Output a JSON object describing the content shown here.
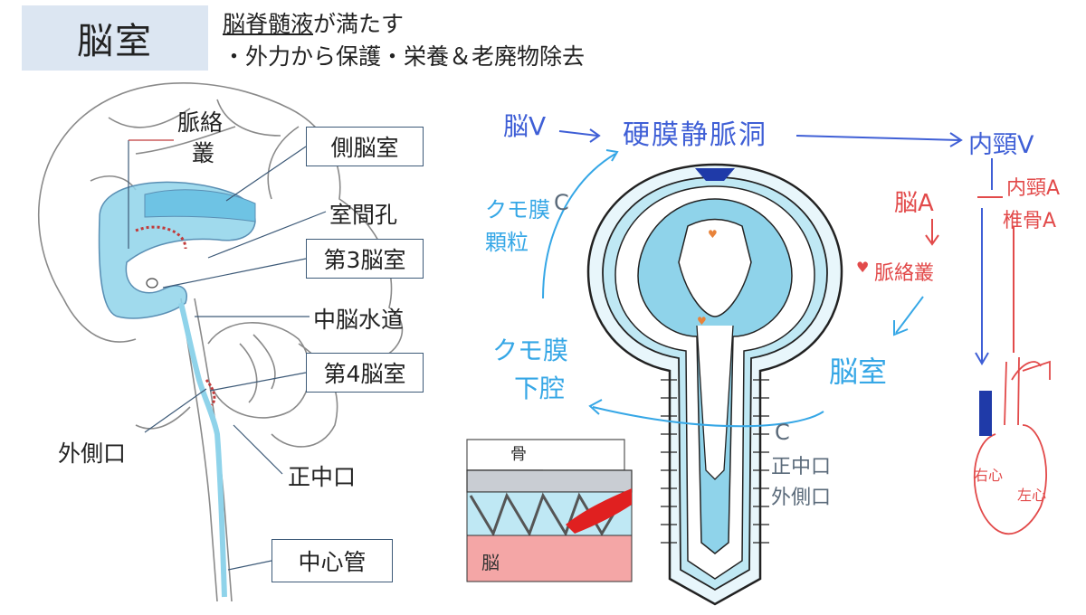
{
  "header": {
    "title": "脳室",
    "subtitle_underlined": "脳脊髄液",
    "subtitle_rest": "が満たす",
    "subtitle_line2": "・外力から保護・栄養＆老廃物除去"
  },
  "left_diagram": {
    "labels": {
      "choroid_plexus_1": "脈絡",
      "choroid_plexus_2": "叢",
      "lateral_ventricle": "側脳室",
      "interventricular_foramen": "室間孔",
      "third_ventricle": "第3脳室",
      "cerebral_aqueduct": "中脳水道",
      "fourth_ventricle": "第4脳室",
      "lateral_aperture": "外側口",
      "median_aperture": "正中口",
      "central_canal": "中心管"
    }
  },
  "flow_diagram": {
    "labels": {
      "brain_v": "脳V",
      "dural_sinus": "硬膜静脈洞",
      "internal_jugular_v": "内頸V",
      "arachnoid_granulation_1": "クモ膜",
      "arachnoid_granulation_2": "顆粒",
      "brain_a": "脳A",
      "internal_carotid_a": "内頸A",
      "vertebral_a": "椎骨A",
      "choroid_plexus": "脈絡叢",
      "ventricle": "脳室",
      "subarachnoid_1": "クモ膜",
      "subarachnoid_2": "下腔",
      "median_aperture": "正中口",
      "lateral_aperture": "外側口",
      "right_heart": "右心",
      "left_heart": "左心"
    },
    "marks": {
      "heart_small": "♥"
    }
  },
  "inset": {
    "labels": {
      "bone": "骨",
      "brain": "脳"
    }
  },
  "colors": {
    "title_bg": "#dce6f2",
    "csf_blue": "#8fd3ea",
    "dark_blue": "#1f3aa8",
    "red": "#e24a4a",
    "box_border": "#3d5a78"
  }
}
